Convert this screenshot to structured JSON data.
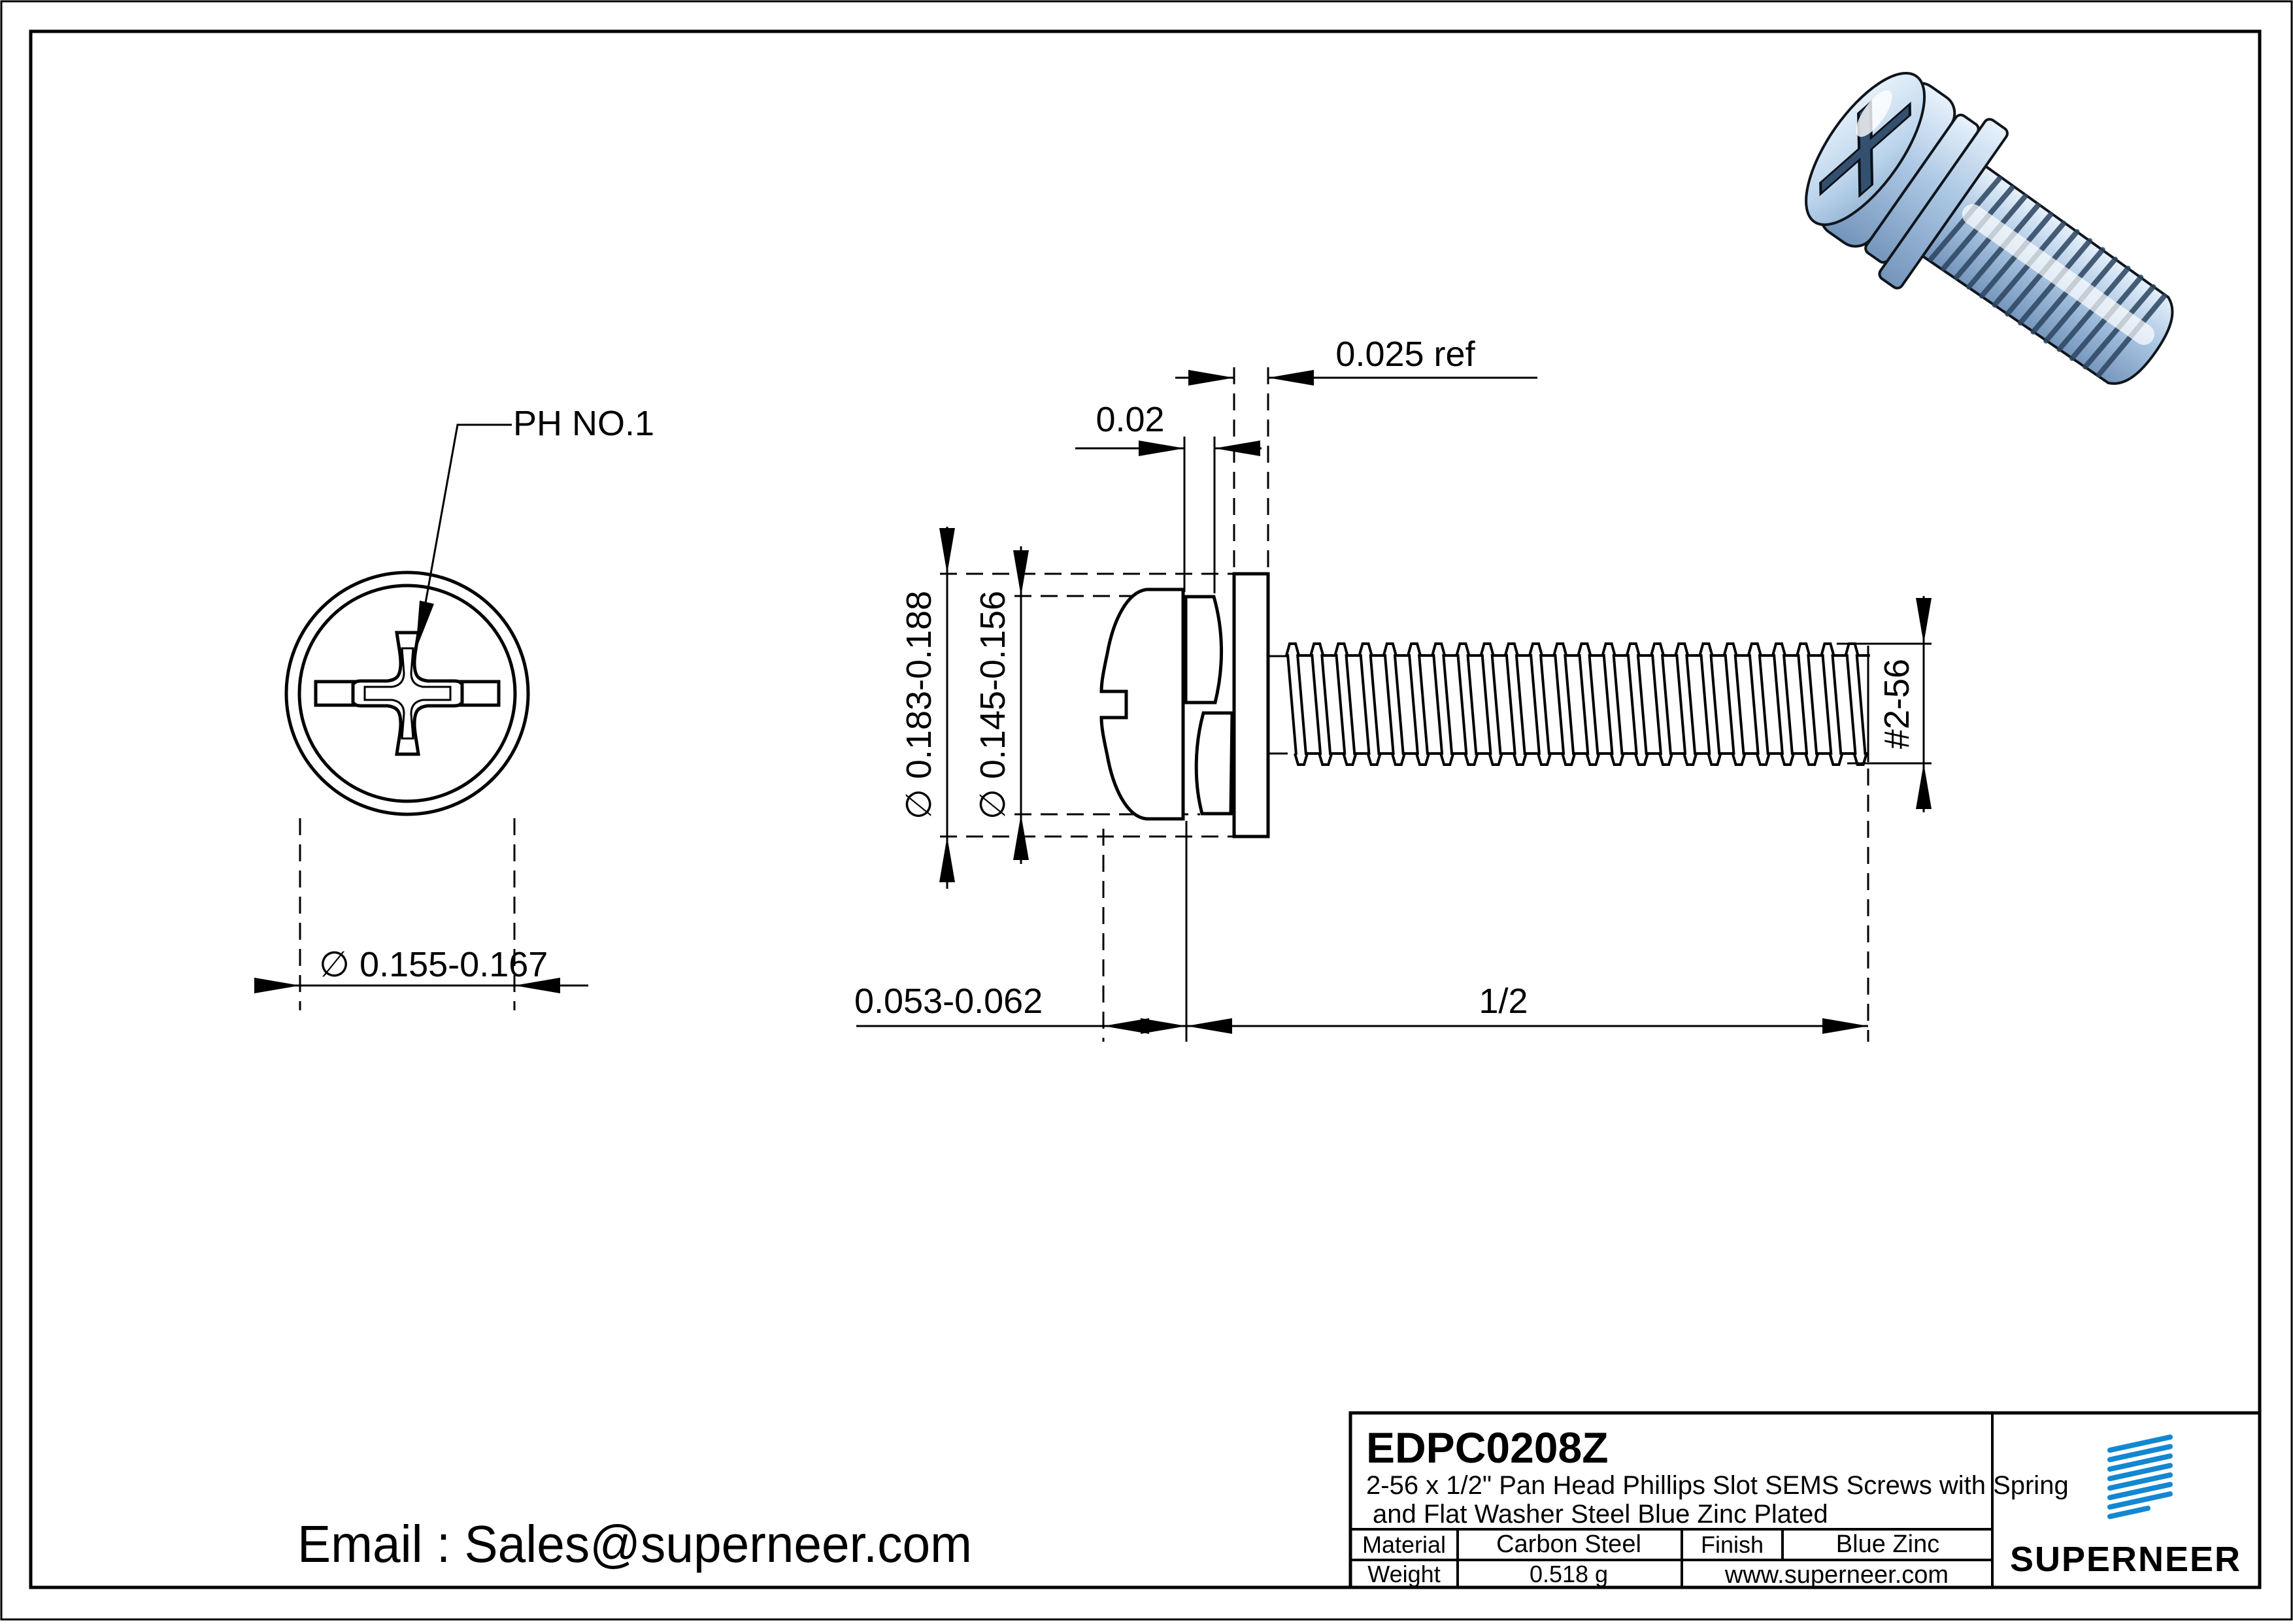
{
  "front_view": {
    "ph_label": "PH NO.1",
    "head_diameter": "∅ 0.155-0.167"
  },
  "side_view": {
    "washer_thickness_ref": "0.025 ref",
    "spring_thickness": "0.02",
    "washer_od": "∅ 0.183-0.188",
    "spring_od": "∅ 0.145-0.156",
    "head_height": "0.053-0.062",
    "thread_length": "1/2",
    "thread_size": "#2-56"
  },
  "title_block": {
    "part_number": "EDPC0208Z",
    "description_line1": "2-56 x 1/2\" Pan Head Phillips Slot SEMS Screws with Spring",
    "description_line2": "and Flat Washer Steel Blue Zinc Plated",
    "material_label": "Material",
    "material_value": "Carbon Steel",
    "finish_label": "Finish",
    "finish_value": "Blue Zinc",
    "weight_label": "Weight",
    "weight_value": "0.518 g",
    "website": "www.superneer.com",
    "brand": "SUPERNEER"
  },
  "footer": {
    "email": "Email : Sales@superneer.com"
  },
  "colors": {
    "brand_blue": "#1487d1",
    "link_blue": "#1487d1",
    "line": "#000000",
    "steel_light": "#e8f2fb",
    "steel_mid": "#aac6e3",
    "steel_dark": "#7495bb",
    "thread_shadow": "#2c4460"
  }
}
